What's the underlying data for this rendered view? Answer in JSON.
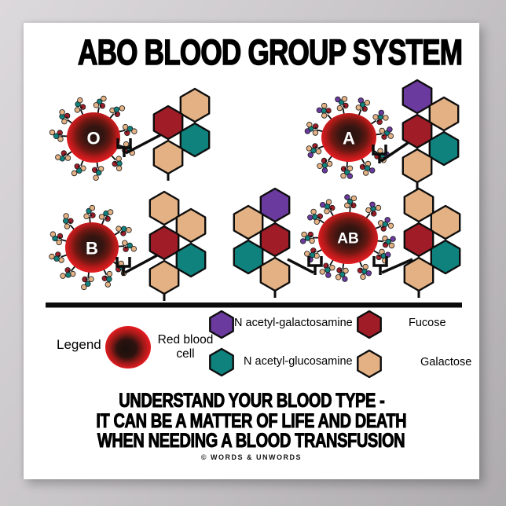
{
  "poster": {
    "title": "ABO BLOOD GROUP SYSTEM",
    "footer_lines": [
      "UNDERSTAND YOUR BLOOD TYPE -",
      "IT CAN BE A MATTER OF LIFE AND DEATH",
      "WHEN NEEDING A BLOOD TRANSFUSION"
    ],
    "copyright": "© WORDS & UNWORDS"
  },
  "colors": {
    "cell_red": "#ed1c24",
    "cell_core": "#241210",
    "outline": "#0d0d0d",
    "n_acetyl_galactosamine": "#6b3a9e",
    "fucose": "#a01d28",
    "n_acetyl_glucosamine": "#0f827e",
    "galactose": "#e3b184"
  },
  "blood_types": [
    {
      "label": "O",
      "chains": [
        [
          "galactose",
          "fucose",
          "n_acetyl_glucosamine",
          "galactose"
        ]
      ]
    },
    {
      "label": "A",
      "chains": [
        [
          "n_acetyl_galactosamine",
          "galactose",
          "fucose",
          "n_acetyl_glucosamine",
          "galactose"
        ]
      ]
    },
    {
      "label": "B",
      "chains": [
        [
          "galactose",
          "galactose",
          "fucose",
          "n_acetyl_glucosamine",
          "galactose"
        ]
      ]
    },
    {
      "label": "AB",
      "chains": [
        [
          "n_acetyl_galactosamine",
          "galactose",
          "fucose",
          "n_acetyl_glucosamine",
          "galactose"
        ],
        [
          "galactose",
          "galactose",
          "fucose",
          "n_acetyl_glucosamine",
          "galactose"
        ]
      ]
    }
  ],
  "legend": {
    "heading": "Legend",
    "cell_label_lines": [
      "Red blood",
      "cell"
    ],
    "items": [
      {
        "name": "N acetyl-galactosamine",
        "color_key": "n_acetyl_galactosamine"
      },
      {
        "name": "Fucose",
        "color_key": "fucose"
      },
      {
        "name": "N acetyl-glucosamine",
        "color_key": "n_acetyl_glucosamine"
      },
      {
        "name": "Galactose",
        "color_key": "galactose"
      }
    ]
  }
}
